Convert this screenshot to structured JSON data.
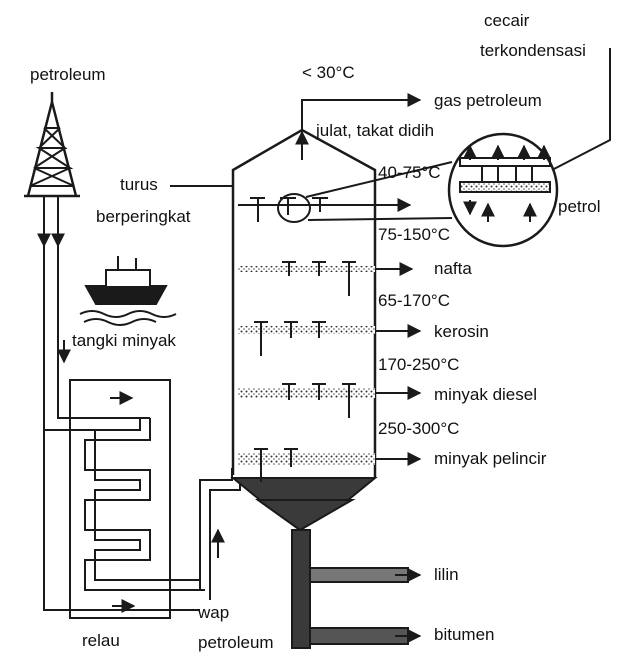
{
  "labels": {
    "petroleum": "petroleum",
    "turus": "turus",
    "berperingkat": "berperingkat",
    "tangki_minyak": "tangki minyak",
    "relau": "relau",
    "wap": "wap",
    "wap_petroleum": "petroleum",
    "lt30": "< 30°C",
    "gas_petroleum": "gas petroleum",
    "julat": "julat, takat didih",
    "t40_75": "40-75°C",
    "petrol": "petrol",
    "t75_150": "75-150°C",
    "nafta": "nafta",
    "t65_170": "65-170°C",
    "kerosin": "kerosin",
    "t170_250": "170-250°C",
    "minyak_diesel": "minyak diesel",
    "t250_300": "250-300°C",
    "minyak_pelincir": "minyak pelincir",
    "lilin": "lilin",
    "bitumen": "bitumen",
    "cecair": "cecair",
    "terkondensasi": "terkondensasi"
  },
  "colors": {
    "ink": "#1a1a1a",
    "fill_dark": "#3a3a3a",
    "fill_mid": "#777777"
  }
}
